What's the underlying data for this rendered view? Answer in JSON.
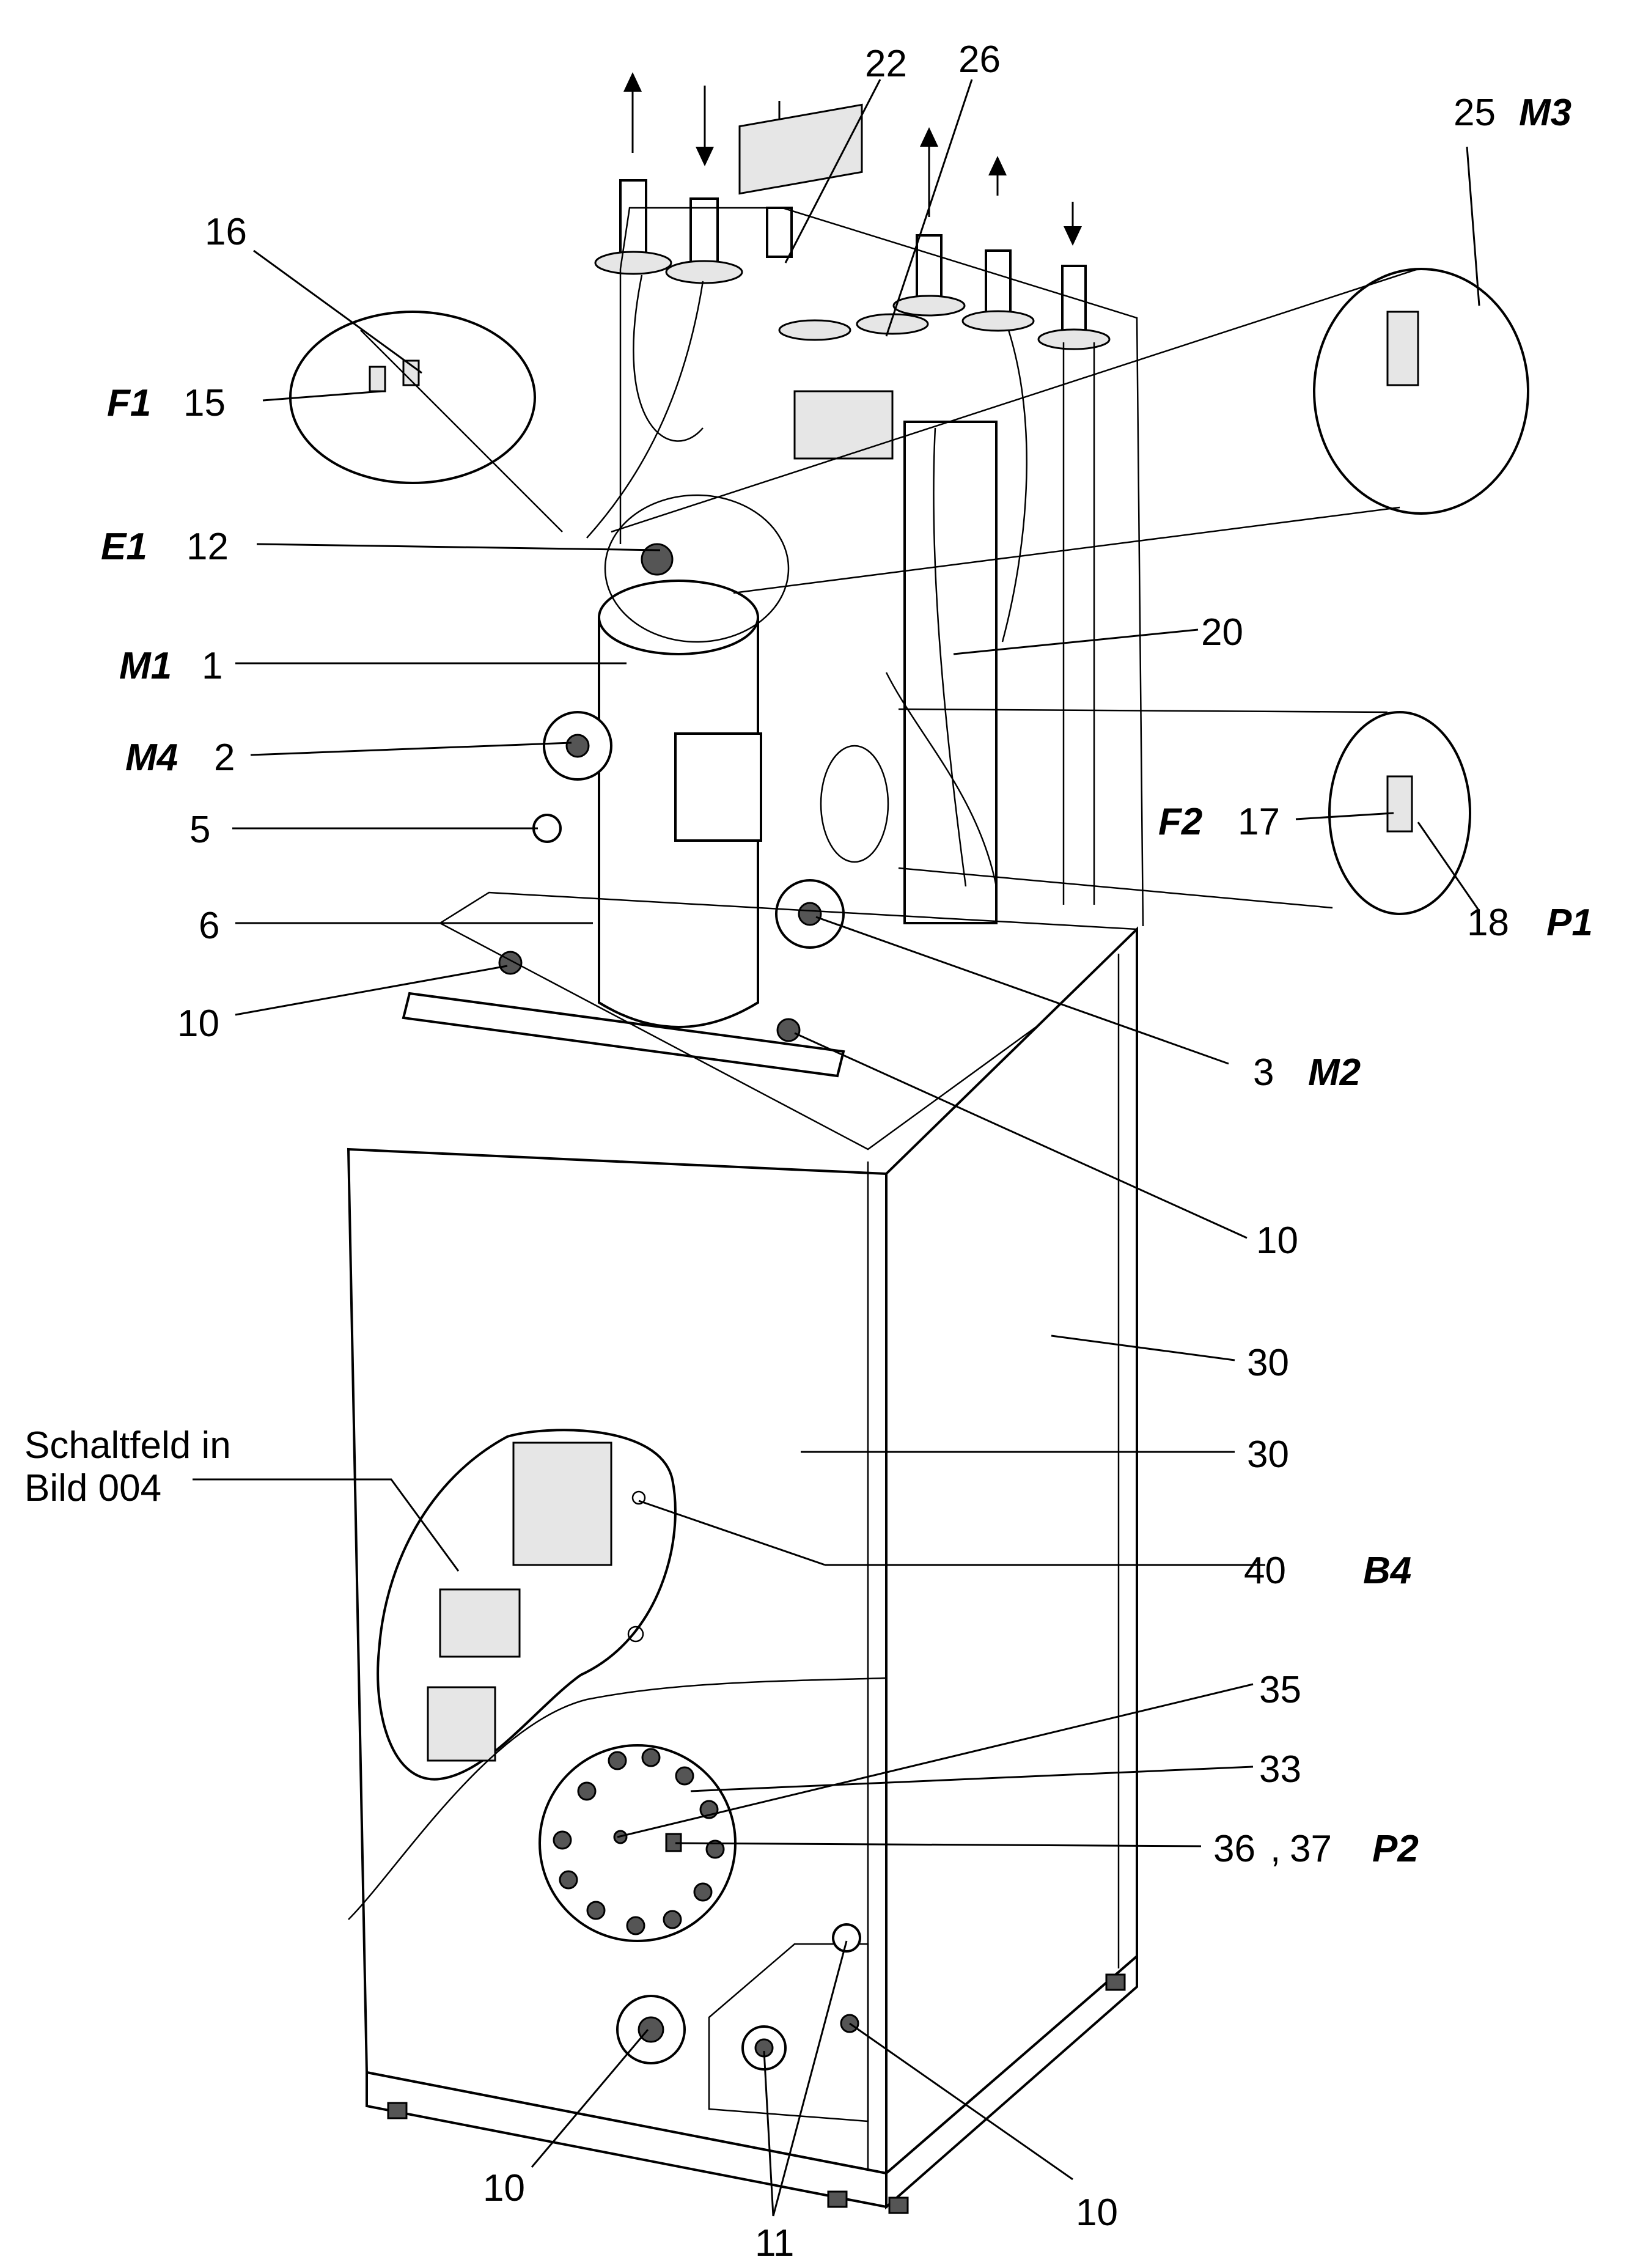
{
  "callouts": {
    "c22": "22",
    "c26": "26",
    "c25": "25",
    "c25_code": "M3",
    "c16": "16",
    "c15": "15",
    "c15_code": "F1",
    "c12": "12",
    "c12_code": "E1",
    "c1": "1",
    "c1_code": "M1",
    "c2": "2",
    "c2_code": "M4",
    "c5": "5",
    "c6": "6",
    "c10a": "10",
    "c20": "20",
    "c17": "17",
    "c17_code": "F2",
    "c18": "18",
    "c18_code": "P1",
    "c3": "3",
    "c3_code": "M2",
    "c10b": "10",
    "c30a": "30",
    "c30b": "30",
    "c40": "40",
    "c40_code": "B4",
    "c35": "35",
    "c33": "33",
    "c36": "36",
    "c36_sep": ",",
    "c37": "37",
    "c36_code": "P2",
    "c10c": "10",
    "c11": "11",
    "c10d": "10",
    "panel_line1": "Schaltfeld in",
    "panel_line2": "Bild 004"
  }
}
